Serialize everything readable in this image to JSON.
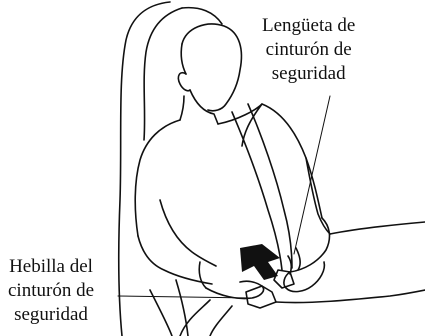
{
  "diagram": {
    "labels": {
      "tongue": [
        "Lengüeta de",
        "cinturón de",
        "seguridad"
      ],
      "buckle": [
        "Hebilla del",
        "cinturón de",
        "seguridad"
      ]
    },
    "colors": {
      "line": "#111111",
      "arrow": "#111111",
      "background": "#ffffff"
    },
    "icons": {
      "insert_arrow": "arrow-down-left-icon"
    }
  }
}
